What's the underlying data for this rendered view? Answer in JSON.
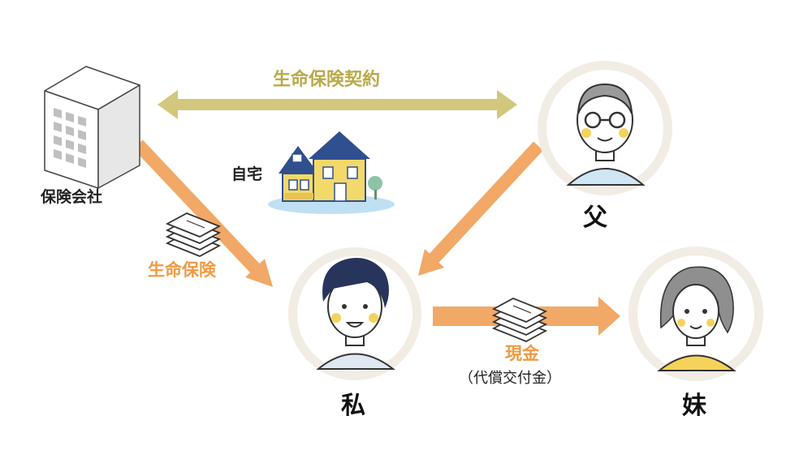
{
  "labels": {
    "contract": "生命保険契約",
    "insurer": "保険会社",
    "home": "自宅",
    "life_insurance": "生命保険",
    "cash": "現金",
    "compensation": "（代償交付金）",
    "father": "父",
    "me": "私",
    "sister": "妹"
  },
  "colors": {
    "contract_arrow": "#d2c77c",
    "flow_arrow": "#f2a866",
    "avatar_ring": "#f1ece4",
    "house_yellow": "#f3d96a",
    "house_roof": "#2f4f8f"
  },
  "icons": {
    "insurer": "office-building-icon",
    "home": "house-icon",
    "money": "banknote-stack-icon"
  }
}
